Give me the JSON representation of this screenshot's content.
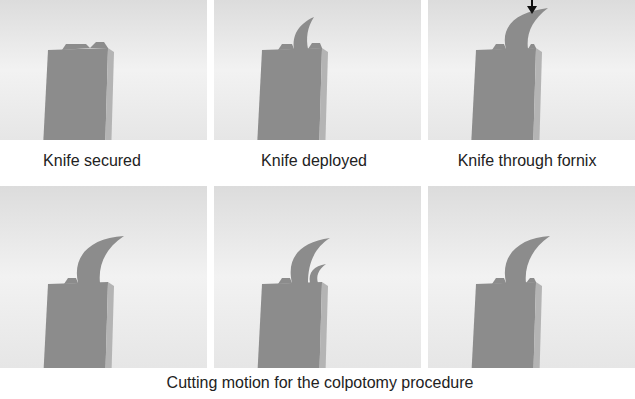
{
  "diagram": {
    "labels": [
      "Knife secured",
      "Knife deployed",
      "Knife through fornix",
      "Cutting motion for the colpotomy procedure"
    ]
  }
}
